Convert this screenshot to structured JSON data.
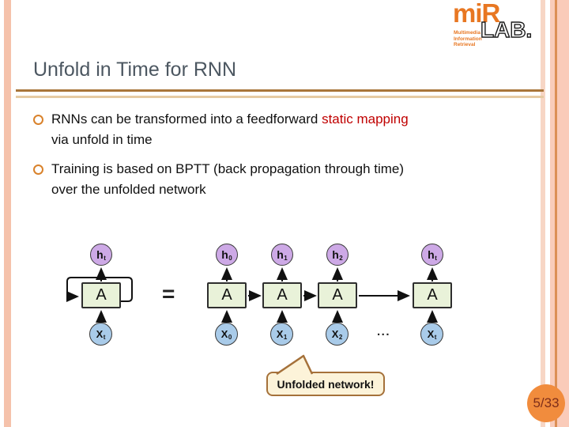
{
  "slide": {
    "title": "Unfold in Time for RNN",
    "page_number": "5/33"
  },
  "logo": {
    "mir": "miR",
    "lab": "LAB.",
    "sub_lines": [
      "Multimedia",
      "Information",
      "Retrieval"
    ]
  },
  "bullets": {
    "b1": {
      "part1": "RNNs can be transformed into a feedforward ",
      "part2_red": "static mapping",
      "part3": " via unfold in time"
    },
    "b2": {
      "part1": "Training is based on BPTT (back propagation through time) over the unfolded network"
    }
  },
  "diagram": {
    "equals": "=",
    "dots": "...",
    "folded": {
      "box": "A",
      "h_main": "h",
      "h_sub": "t",
      "x_main": "X",
      "x_sub": "t"
    },
    "cells": [
      {
        "box": "A",
        "h_main": "h",
        "h_sub": "0",
        "x_main": "X",
        "x_sub": "0"
      },
      {
        "box": "A",
        "h_main": "h",
        "h_sub": "1",
        "x_main": "X",
        "x_sub": "1"
      },
      {
        "box": "A",
        "h_main": "h",
        "h_sub": "2",
        "x_main": "X",
        "x_sub": "2"
      },
      {
        "box": "A",
        "h_main": "h",
        "h_sub": "t",
        "x_main": "X",
        "x_sub": "t"
      }
    ]
  },
  "callout": {
    "text": "Unfolded network!"
  },
  "colors": {
    "accent_orange": "#E87722",
    "red_text": "#C00000",
    "title_gray": "#4C5761",
    "rule_dark": "#A9763B",
    "rule_light": "#E6CBA3",
    "h_node_fill": "#CDA9E6",
    "x_node_fill": "#A9CBE9",
    "cell_fill": "#E9F2D9",
    "callout_fill": "#FCF3D9",
    "callout_border": "#A5713A",
    "page_badge": "#F18C3D",
    "edge_stripe": "#F5C2AB"
  }
}
